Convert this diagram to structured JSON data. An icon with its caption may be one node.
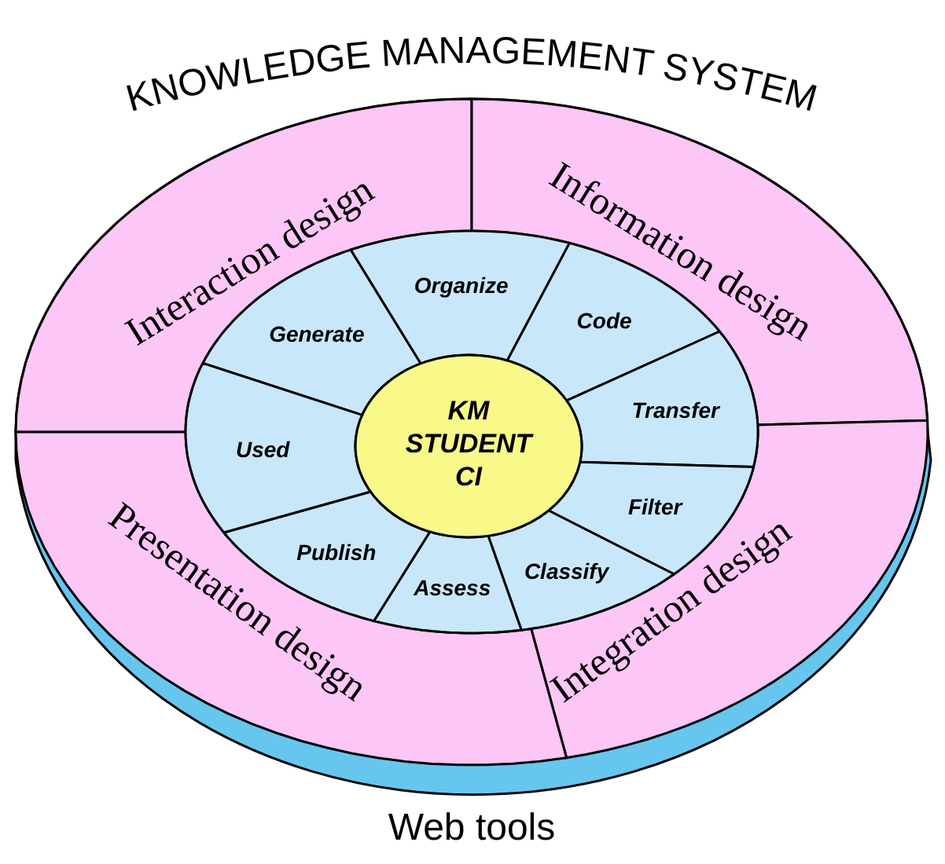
{
  "diagram": {
    "title": "KNOWLEDGE MANAGEMENT SYSTEM",
    "nodes": [
      {
        "text": [
          "Web tools"
        ]
      },
      {
        "text": [
          "Interaction design"
        ],
        "in": 0
      },
      {
        "text": [
          "Information design"
        ],
        "in": 0
      },
      {
        "text": [
          "Integration design"
        ],
        "in": 0
      },
      {
        "text": [
          "Presentation design"
        ],
        "in": 0
      },
      {
        "text": [
          "Generate"
        ],
        "in": 0
      },
      {
        "text": [
          "Organize"
        ],
        "in": 0
      },
      {
        "text": [
          "Code"
        ],
        "in": 0
      },
      {
        "text": [
          "Transfer"
        ],
        "in": 0
      },
      {
        "text": [
          "Filter"
        ],
        "in": 0
      },
      {
        "text": [
          "Classify"
        ],
        "in": 0
      },
      {
        "text": [
          "Assess"
        ],
        "in": 0
      },
      {
        "text": [
          "Publish"
        ],
        "in": 0
      },
      {
        "text": [
          "Used"
        ],
        "in": 0
      },
      {
        "text": [
          "KM STUDENT CI"
        ],
        "in": 0
      }
    ]
  }
}
